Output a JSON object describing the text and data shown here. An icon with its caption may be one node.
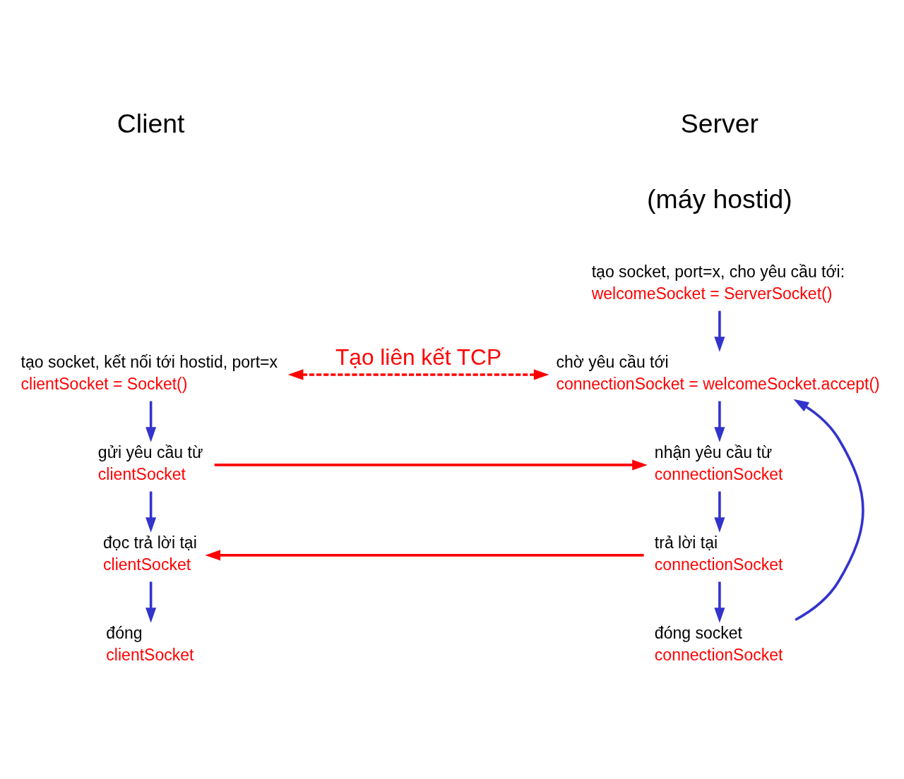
{
  "diagram": {
    "nodes": [
      {
        "text": [
          "tạo socket, port=x, cho yêu cầu tới:",
          "welcomeSocket = ServerSocket()"
        ]
      },
      {
        "text": [
          "chờ yêu cầu tới",
          "connectionSocket = welcomeSocket.accept()"
        ]
      },
      {
        "text": [
          "nhận yêu cầu từ",
          "connectionSocket"
        ]
      },
      {
        "text": [
          "trả lời tại",
          "connectionSocket"
        ]
      },
      {
        "text": [
          "đóng socket",
          "connectionSocket"
        ]
      },
      {
        "text": [
          "tạo socket, kết nối tới hostid, port=x",
          "clientSocket = Socket()"
        ]
      },
      {
        "text": [
          "gửi yêu cầu từ",
          "clientSocket"
        ]
      },
      {
        "text": [
          "đọc trả lời tại",
          "clientSocket"
        ]
      },
      {
        "text": [
          "đóng",
          "clientSocket"
        ]
      }
    ],
    "edges": [
      {
        "from": 0,
        "to": 1,
        "arrow": "to"
      },
      {
        "from": 1,
        "to": 2,
        "arrow": "to"
      },
      {
        "from": 2,
        "to": 3,
        "arrow": "to"
      },
      {
        "from": 3,
        "to": 4,
        "arrow": "to"
      },
      {
        "from": 4,
        "to": 1,
        "arrow": "to"
      },
      {
        "from": 5,
        "to": 1,
        "arrow": "both",
        "label": "Tạo liên kết TCP",
        "style": "dashed",
        "color": "#ff0000"
      },
      {
        "from": 5,
        "to": 6,
        "arrow": "to"
      },
      {
        "from": 6,
        "to": 2,
        "arrow": "to",
        "color": "#ff0000"
      },
      {
        "from": 6,
        "to": 7,
        "arrow": "to"
      },
      {
        "from": 3,
        "to": 7,
        "arrow": "to",
        "color": "#ff0000"
      },
      {
        "from": 7,
        "to": 8,
        "arrow": "to"
      }
    ],
    "labels": [
      "Server",
      "(máy hostid)",
      "Client"
    ]
  }
}
